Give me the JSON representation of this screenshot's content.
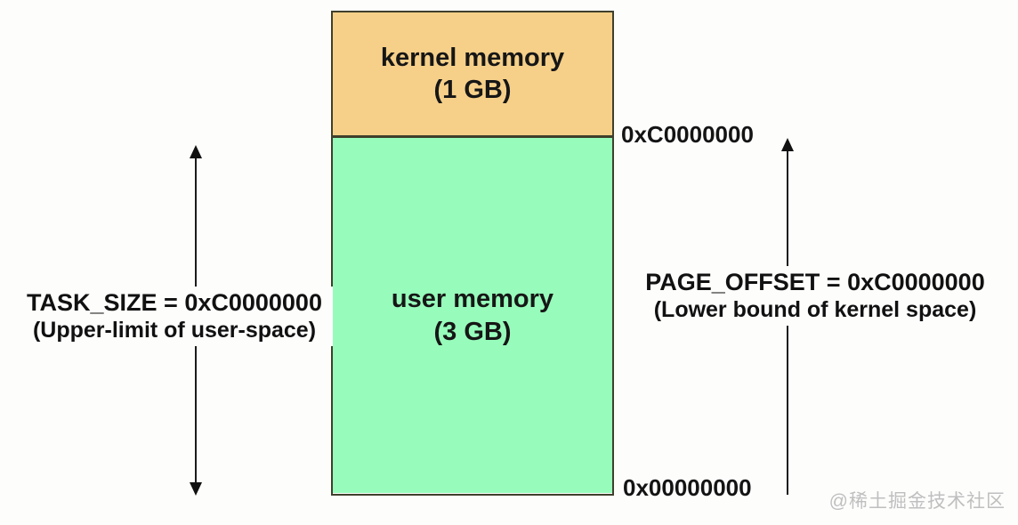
{
  "diagram": {
    "name": "linux-virtual-address-space-split",
    "memory_box": {
      "kernel": {
        "label": "kernel memory",
        "size": "(1 GB)",
        "fill": "#f6d089"
      },
      "user": {
        "label": "user memory",
        "size": "(3 GB)",
        "fill": "#97fcbb"
      }
    },
    "addresses": {
      "upper_boundary": "0xC0000000",
      "lower_boundary": "0x00000000"
    },
    "left_annotation": {
      "line1": "TASK_SIZE = 0xC0000000",
      "line2": "(Upper-limit of user-space)"
    },
    "right_annotation": {
      "line1": "PAGE_OFFSET = 0xC0000000",
      "line2": "(Lower bound of kernel space)"
    },
    "watermark": "@稀土掘金技术社区",
    "colors": {
      "kernel_fill": "#f6d089",
      "user_fill": "#97fcbb",
      "box_border": "#3f3f2c",
      "arrow": "#1b1b1b",
      "text": "#111111",
      "watermark": "#bfbfbf",
      "background": "#fdfdfc"
    }
  }
}
